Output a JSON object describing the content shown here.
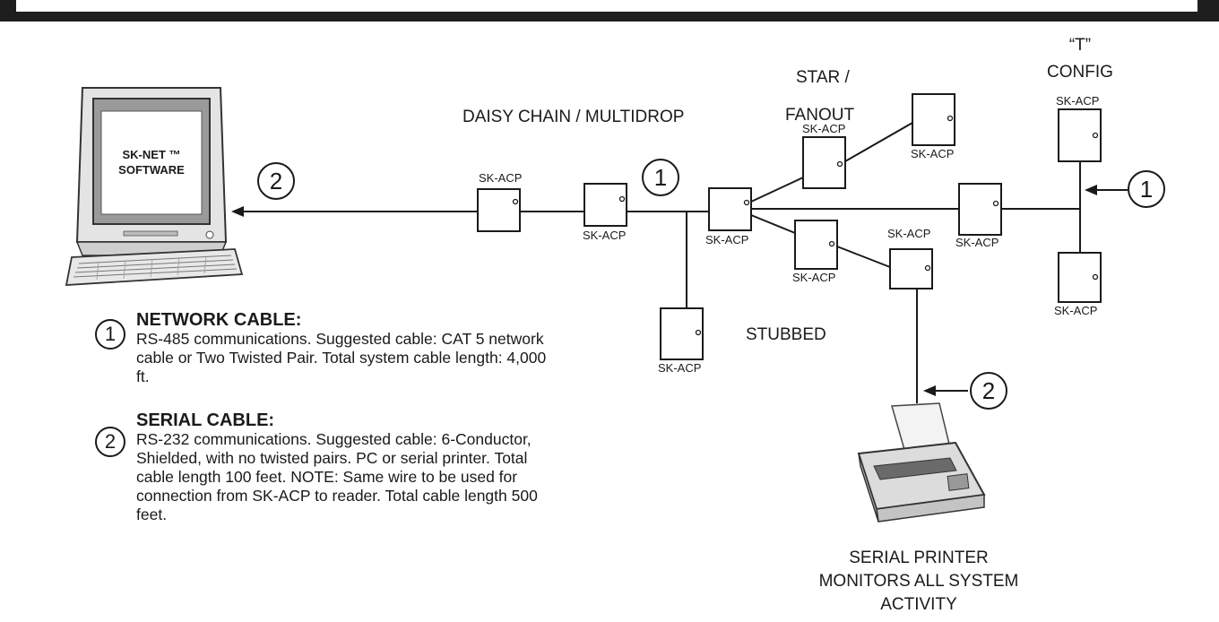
{
  "labels": {
    "daisy_chain": "DAISY CHAIN / MULTIDROP",
    "star_line1": "STAR /",
    "star_line2": "FANOUT",
    "t_line1": "“T”",
    "t_line2": "CONFIG",
    "stubbed": "STUBBED",
    "printer_line1": "SERIAL PRINTER",
    "printer_line2": "MONITORS ALL SYSTEM",
    "printer_line3": "ACTIVITY"
  },
  "computer": {
    "screen_line1": "SK-NET ™",
    "screen_line2": "SOFTWARE"
  },
  "device_label": "SK-ACP",
  "devices": {
    "d1": "SK-ACP",
    "d2": "SK-ACP",
    "d3": "SK-ACP",
    "d4": "SK-ACP",
    "d5": "SK-ACP",
    "d6": "SK-ACP",
    "d7": "SK-ACP",
    "d8": "SK-ACP",
    "d9": "SK-ACP",
    "d10": "SK-ACP",
    "d11": "SK-ACP"
  },
  "markers": {
    "m_pc": "2",
    "m_chain": "1",
    "m_t": "1",
    "m_printer": "2"
  },
  "legend": [
    {
      "num": "1",
      "title": "NETWORK CABLE:",
      "text": "RS-485 communications.  Suggested cable: CAT 5 network cable or Two Twisted Pair. Total system cable length: 4,000 ft."
    },
    {
      "num": "2",
      "title": "SERIAL CABLE:",
      "text": "RS-232 communications. Suggested cable: 6-Conductor, Shielded, with no twisted pairs.  PC or serial printer. Total cable length 100 feet.  NOTE:  Same wire to be used for connection from SK-ACP to reader.  Total cable length 500 feet."
    }
  ]
}
